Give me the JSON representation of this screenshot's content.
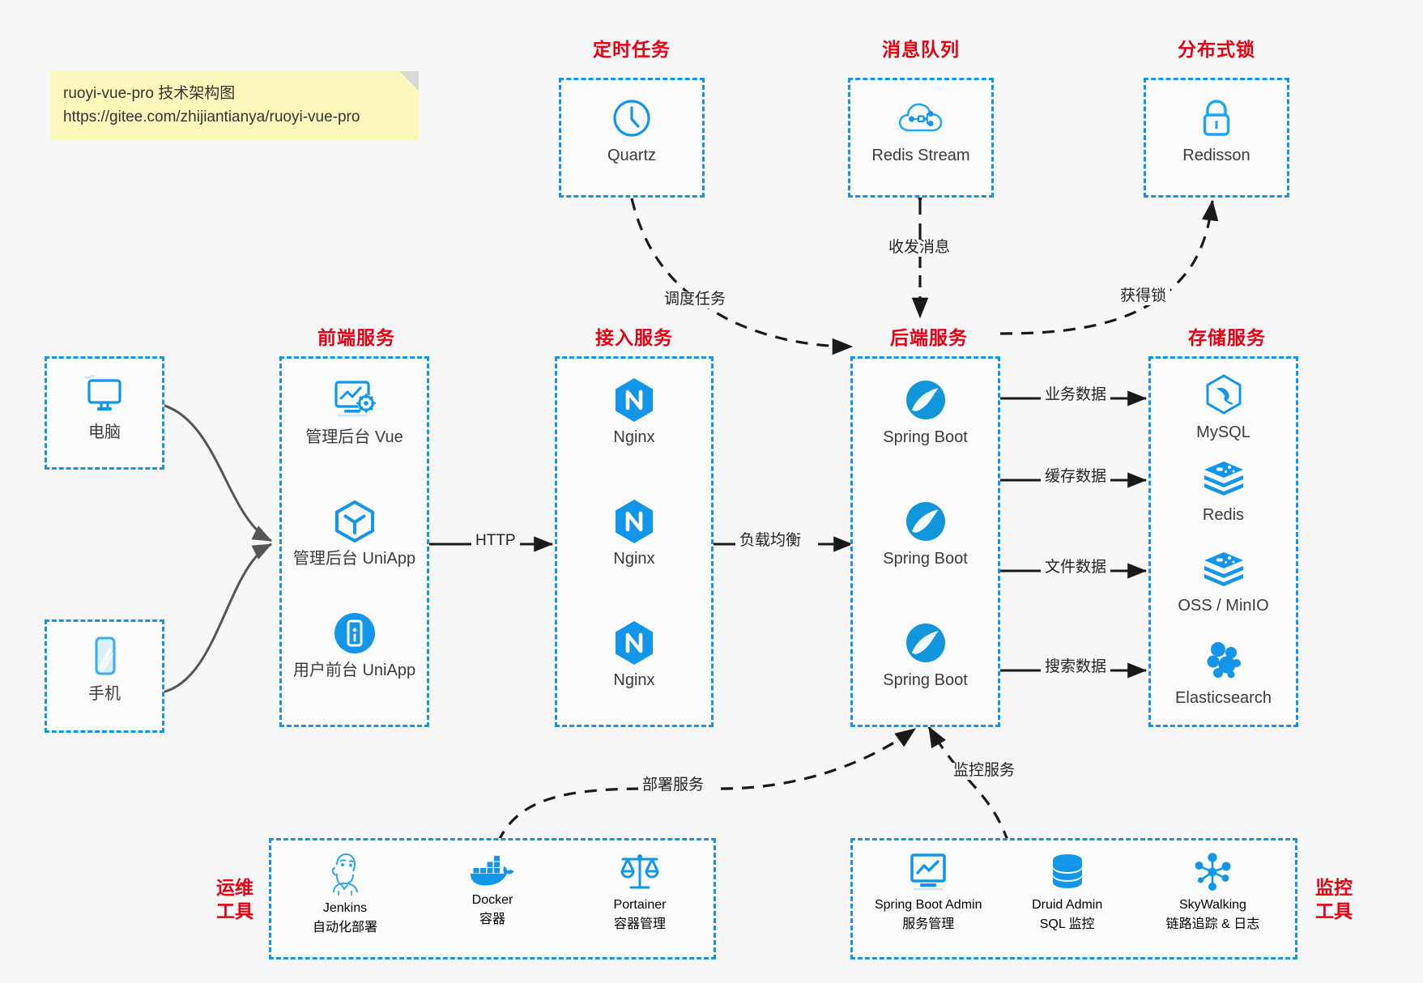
{
  "note": {
    "line1": "ruoyi-vue-pro 技术架构图",
    "line2": "https://gitee.com/zhijiantianya/ruoyi-vue-pro"
  },
  "colors": {
    "accent_blue": "#1296ea",
    "title_red": "#e60012",
    "icon_blue": "#1296db",
    "note_bg": "#fcf7ba",
    "page_bg": "#f7f7f7",
    "edge_gray": "#555555",
    "edge_black": "#1a1a1a"
  },
  "groups": {
    "scheduler": {
      "title": "定时任务",
      "nodes": [
        {
          "label": "Quartz",
          "icon": "clock-icon"
        }
      ]
    },
    "mq": {
      "title": "消息队列",
      "nodes": [
        {
          "label": "Redis Stream",
          "icon": "cloud-stream-icon"
        }
      ]
    },
    "lock": {
      "title": "分布式锁",
      "nodes": [
        {
          "label": "Redisson",
          "icon": "lock-icon"
        }
      ]
    },
    "clients": {
      "nodes": [
        {
          "label": "电脑",
          "icon": "desktop-icon"
        },
        {
          "label": "手机",
          "icon": "phone-icon"
        }
      ]
    },
    "frontend": {
      "title": "前端服务",
      "nodes": [
        {
          "label": "管理后台 Vue",
          "icon": "dashboard-gear-icon"
        },
        {
          "label": "管理后台 UniApp",
          "icon": "cube-icon"
        },
        {
          "label": "用户前台 UniApp",
          "icon": "mobile-circle-icon"
        }
      ]
    },
    "gateway": {
      "title": "接入服务",
      "nodes": [
        {
          "label": "Nginx",
          "icon": "nginx-icon"
        },
        {
          "label": "Nginx",
          "icon": "nginx-icon"
        },
        {
          "label": "Nginx",
          "icon": "nginx-icon"
        }
      ]
    },
    "backend": {
      "title": "后端服务",
      "nodes": [
        {
          "label": "Spring Boot",
          "icon": "spring-icon"
        },
        {
          "label": "Spring Boot",
          "icon": "spring-icon"
        },
        {
          "label": "Spring Boot",
          "icon": "spring-icon"
        }
      ]
    },
    "storage": {
      "title": "存储服务",
      "nodes": [
        {
          "label": "MySQL",
          "icon": "mysql-icon"
        },
        {
          "label": "Redis",
          "icon": "redis-icon"
        },
        {
          "label": "OSS / MinIO",
          "icon": "oss-icon"
        },
        {
          "label": "Elasticsearch",
          "icon": "elasticsearch-icon"
        }
      ]
    },
    "devops": {
      "caption_line1": "运维",
      "caption_line2": "工具",
      "nodes": [
        {
          "label": "Jenkins",
          "sub": "自动化部署",
          "icon": "jenkins-icon"
        },
        {
          "label": "Docker",
          "sub": "容器",
          "icon": "docker-icon"
        },
        {
          "label": "Portainer",
          "sub": "容器管理",
          "icon": "scales-icon"
        }
      ]
    },
    "monitor": {
      "caption_line1": "监控",
      "caption_line2": "工具",
      "nodes": [
        {
          "label": "Spring Boot Admin",
          "sub": "服务管理",
          "icon": "monitor-chart-icon"
        },
        {
          "label": "Druid Admin",
          "sub": "SQL 监控",
          "icon": "database-icon"
        },
        {
          "label": "SkyWalking",
          "sub": "链路追踪 & 日志",
          "icon": "network-nodes-icon"
        }
      ]
    }
  },
  "edges": [
    {
      "name": "scheduler-to-backend",
      "label": "调度任务"
    },
    {
      "name": "mq-to-backend",
      "label": "收发消息"
    },
    {
      "name": "backend-to-lock",
      "label": "获得锁"
    },
    {
      "name": "frontend-to-gateway",
      "label": "HTTP"
    },
    {
      "name": "gateway-to-backend",
      "label": "负载均衡"
    },
    {
      "name": "backend-to-mysql",
      "label": "业务数据"
    },
    {
      "name": "backend-to-redis",
      "label": "缓存数据"
    },
    {
      "name": "backend-to-oss",
      "label": "文件数据"
    },
    {
      "name": "backend-to-es",
      "label": "搜索数据"
    },
    {
      "name": "devops-to-backend",
      "label": "部署服务"
    },
    {
      "name": "monitor-to-backend",
      "label": "监控服务"
    }
  ]
}
